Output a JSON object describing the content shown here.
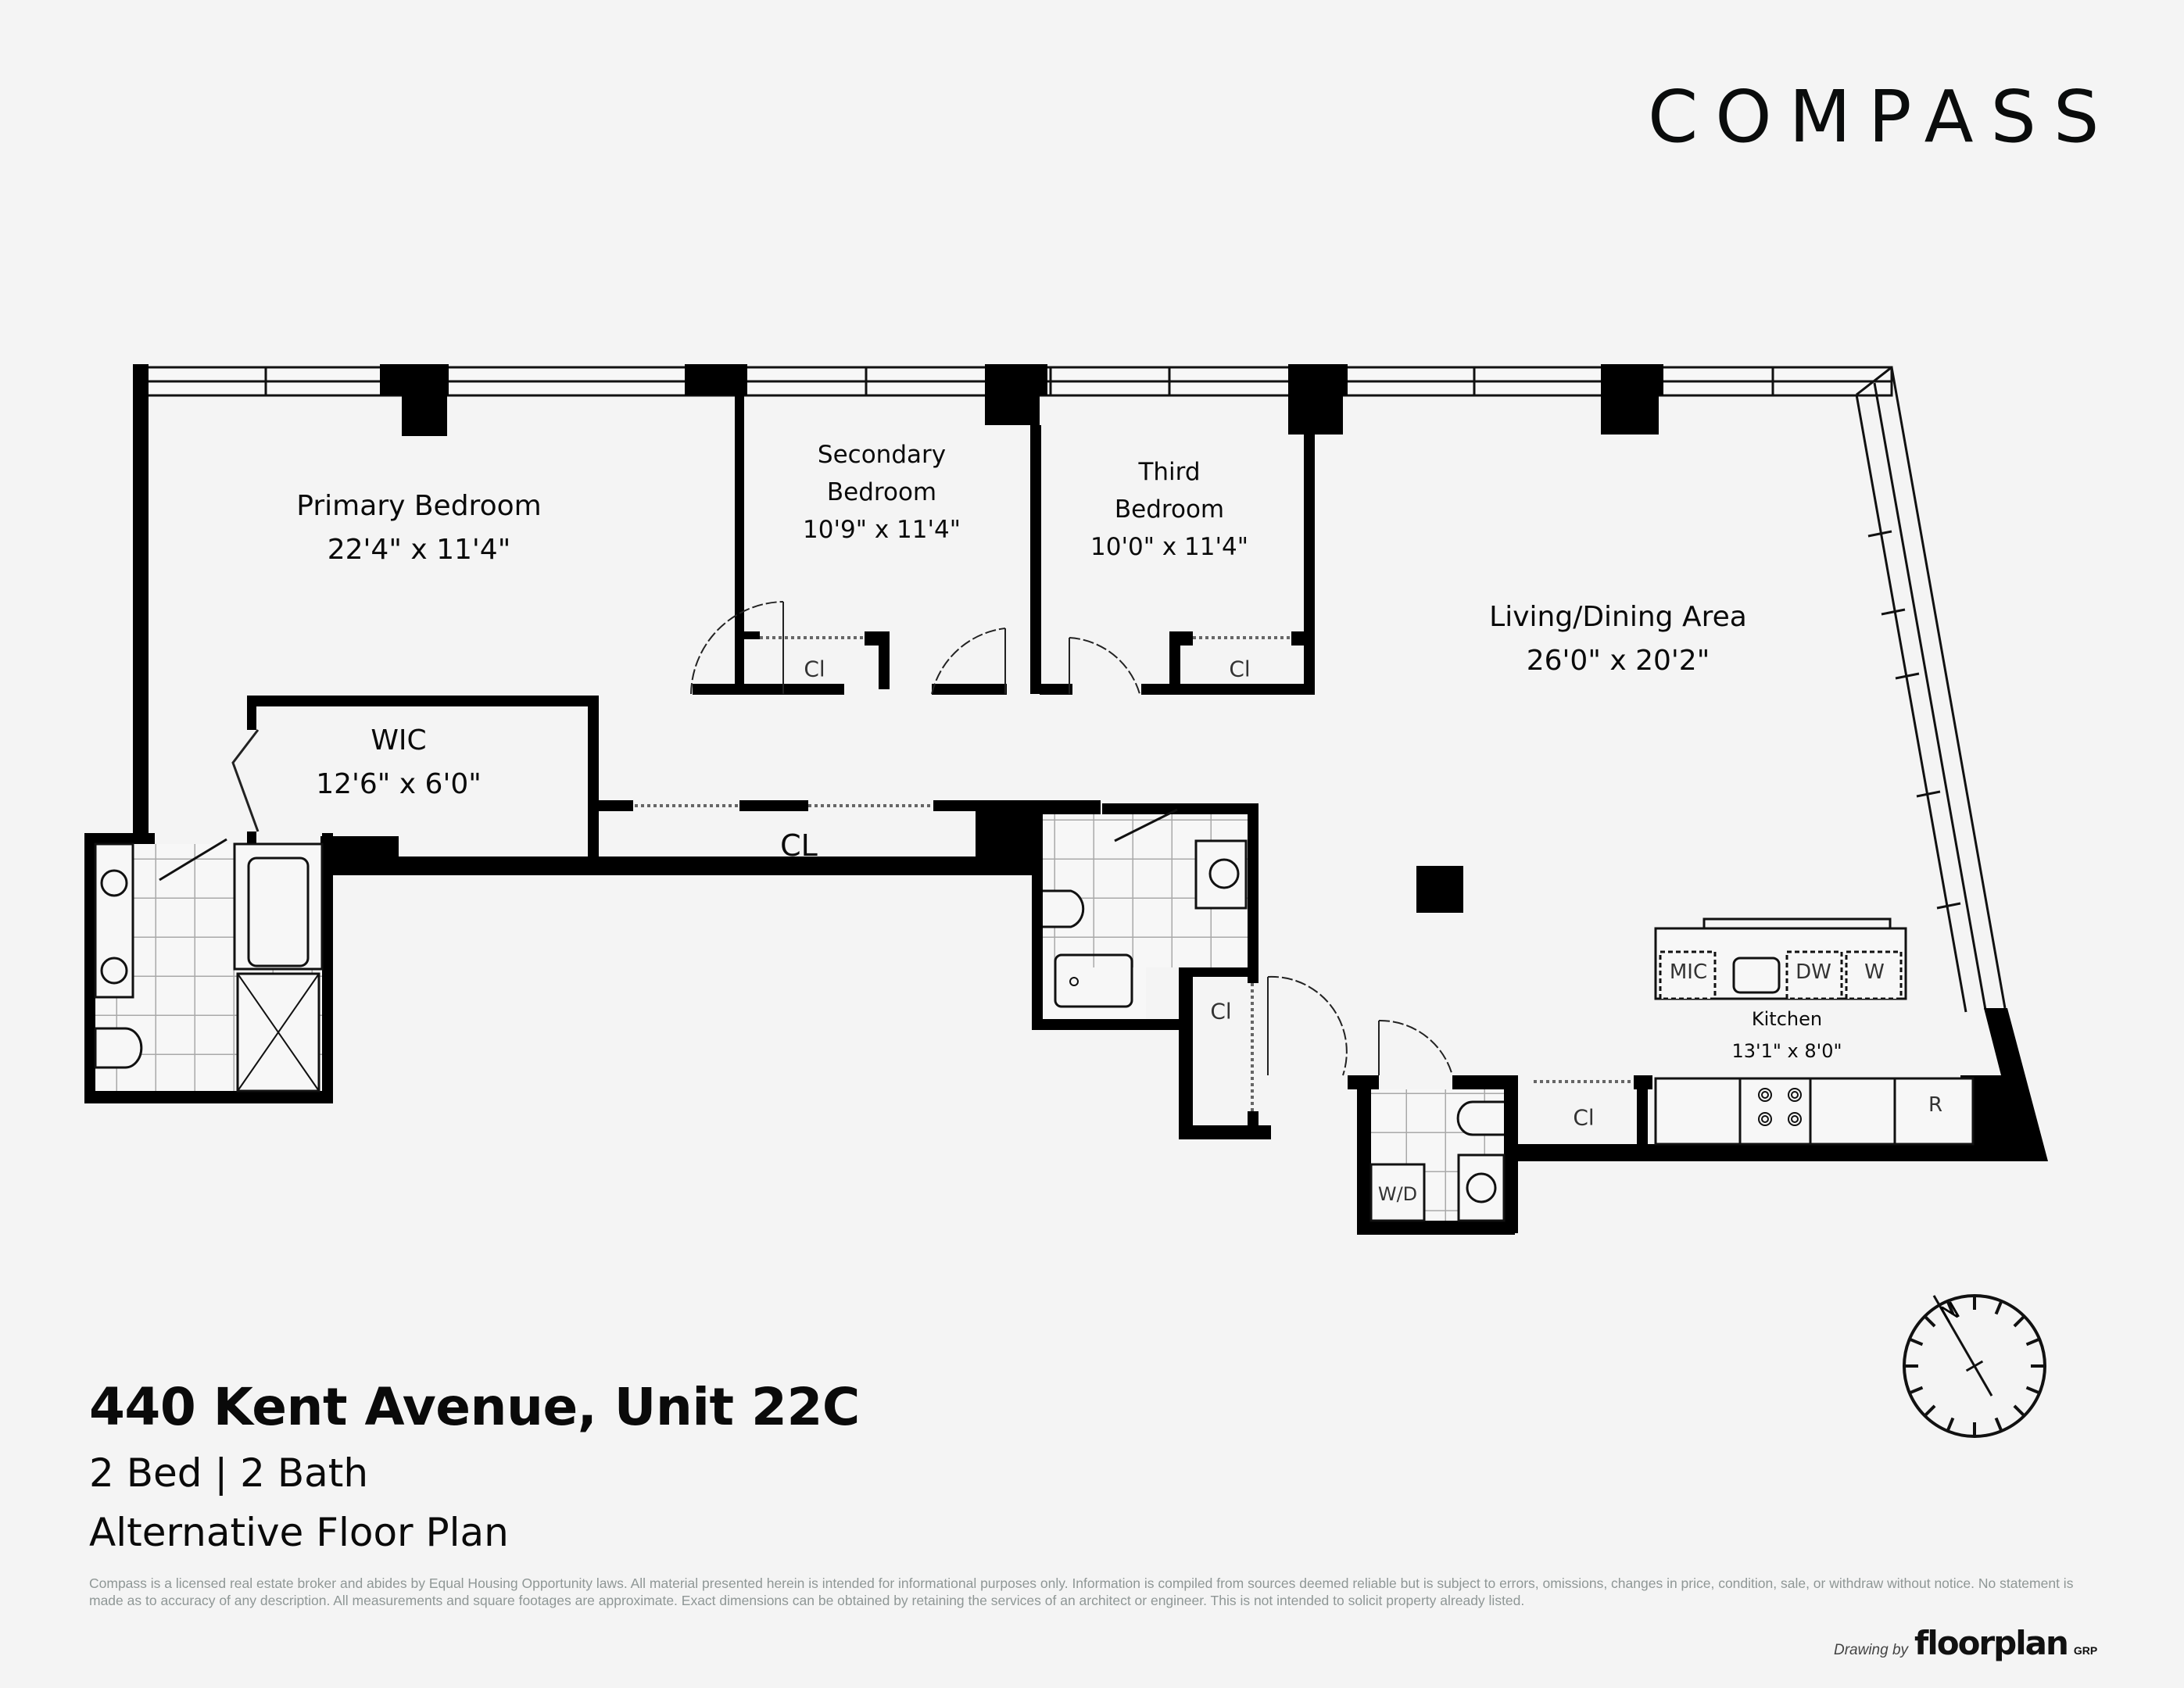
{
  "brand": {
    "logo_text": "COMPASS"
  },
  "rooms": {
    "primary_bedroom": {
      "name": "Primary Bedroom",
      "dims": "22'4\" x 11'4\""
    },
    "secondary_bedroom": {
      "name_line1": "Secondary",
      "name_line2": "Bedroom",
      "dims": "10'9\" x 11'4\""
    },
    "third_bedroom": {
      "name_line1": "Third",
      "name_line2": "Bedroom",
      "dims": "10'0\" x 11'4\""
    },
    "living_dining": {
      "name": "Living/Dining Area",
      "dims": "26'0\" x 20'2\""
    },
    "wic": {
      "name": "WIC",
      "dims": "12'6\" x 6'0\""
    },
    "kitchen": {
      "name": "Kitchen",
      "dims": "13'1\" x 8'0\""
    },
    "hall_closet": {
      "name": "CL"
    }
  },
  "fixtures": {
    "closet_secondary": "Cl",
    "closet_third": "Cl",
    "closet_center": "Cl",
    "closet_kitchen": "Cl",
    "microwave": "MIC",
    "dishwasher": "DW",
    "wine": "W",
    "refrigerator": "R",
    "washer_dryer": "W/D"
  },
  "listing": {
    "address": "440 Kent Avenue, Unit 22C",
    "beds_baths": "2 Bed | 2 Bath",
    "plan_type": "Alternative Floor Plan"
  },
  "compass_rose": {
    "north_label": "N"
  },
  "disclaimer": "Compass is a licensed real estate broker and abides by Equal Housing Opportunity laws. All material presented herein is intended for informational purposes only. Information is compiled from sources deemed reliable but is subject to errors, omissions, changes in price, condition, sale, or withdraw without notice. No statement is made as to accuracy of any description. All measurements and square footages are approximate. Exact dimensions can be obtained by retaining the services of an architect or engineer. This is not intended to solicit property already listed.",
  "credit": {
    "prefix": "Drawing by",
    "brand": "floorplan",
    "suffix": "GRP"
  }
}
